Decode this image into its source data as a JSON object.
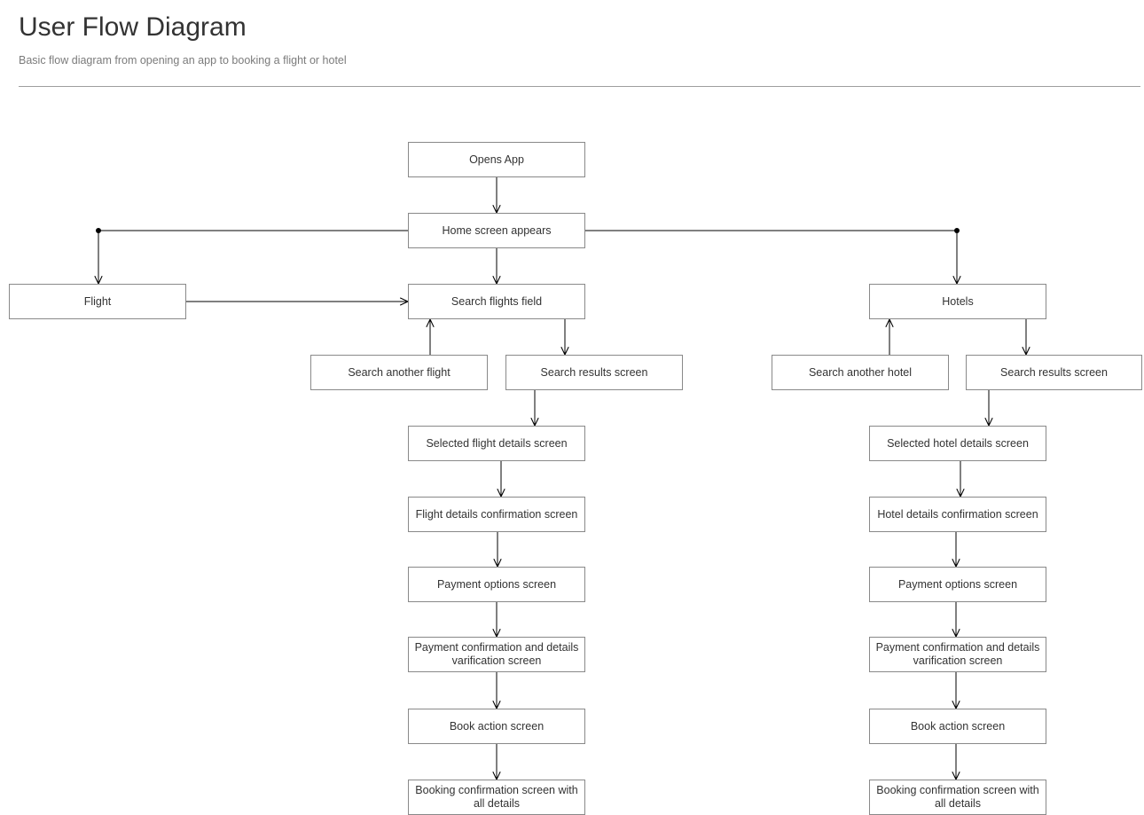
{
  "header": {
    "title": "User Flow Diagram",
    "subtitle": "Basic flow diagram from opening an app to booking a flight or hotel"
  },
  "colors": {
    "node_border": "#898989",
    "edge": "#000000",
    "node_text": "#333333",
    "title_text": "#333333",
    "subtitle_text": "#7b7b7b"
  },
  "nodes": {
    "opens_app": {
      "label": "Opens App"
    },
    "home": {
      "label": "Home screen appears"
    },
    "flight": {
      "label": "Flight"
    },
    "search_flights": {
      "label": "Search flights field"
    },
    "hotels": {
      "label": "Hotels"
    },
    "search_another_flight": {
      "label": "Search another flight"
    },
    "flight_results": {
      "label": "Search results screen"
    },
    "search_another_hotel": {
      "label": "Search another hotel"
    },
    "hotel_results": {
      "label": "Search results screen"
    },
    "flight_selected": {
      "label": "Selected flight details screen"
    },
    "hotel_selected": {
      "label": "Selected hotel details screen"
    },
    "flight_confirm": {
      "label": "Flight details confirmation screen"
    },
    "hotel_confirm": {
      "label": "Hotel details confirmation screen"
    },
    "flight_payment": {
      "label": "Payment options screen"
    },
    "hotel_payment": {
      "label": "Payment options screen"
    },
    "flight_payconf": {
      "label": "Payment confirmation and details varification screen"
    },
    "hotel_payconf": {
      "label": "Payment confirmation and details varification screen"
    },
    "flight_book": {
      "label": "Book action screen"
    },
    "hotel_book": {
      "label": "Book action screen"
    },
    "flight_done": {
      "label": "Booking confirmation screen with all details"
    },
    "hotel_done": {
      "label": "Booking confirmation screen with all details"
    }
  },
  "edges": [
    {
      "from": "opens_app",
      "to": "home"
    },
    {
      "from": "home",
      "to": "flight"
    },
    {
      "from": "home",
      "to": "search_flights"
    },
    {
      "from": "home",
      "to": "hotels"
    },
    {
      "from": "flight",
      "to": "search_flights"
    },
    {
      "from": "search_flights",
      "to": "flight_results"
    },
    {
      "from": "search_another_flight",
      "to": "search_flights"
    },
    {
      "from": "flight_results",
      "to": "flight_selected"
    },
    {
      "from": "flight_selected",
      "to": "flight_confirm"
    },
    {
      "from": "flight_confirm",
      "to": "flight_payment"
    },
    {
      "from": "flight_payment",
      "to": "flight_payconf"
    },
    {
      "from": "flight_payconf",
      "to": "flight_book"
    },
    {
      "from": "flight_book",
      "to": "flight_done"
    },
    {
      "from": "hotels",
      "to": "hotel_results"
    },
    {
      "from": "search_another_hotel",
      "to": "hotels"
    },
    {
      "from": "hotel_results",
      "to": "hotel_selected"
    },
    {
      "from": "hotel_selected",
      "to": "hotel_confirm"
    },
    {
      "from": "hotel_confirm",
      "to": "hotel_payment"
    },
    {
      "from": "hotel_payment",
      "to": "hotel_payconf"
    },
    {
      "from": "hotel_payconf",
      "to": "hotel_book"
    },
    {
      "from": "hotel_book",
      "to": "hotel_done"
    }
  ]
}
